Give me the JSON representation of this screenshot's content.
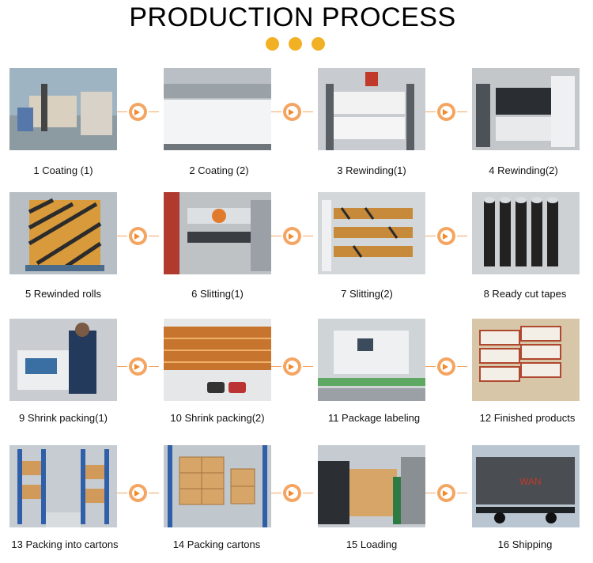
{
  "title": "PRODUCTION PROCESS",
  "steps": [
    {
      "label": "1 Coating (1)"
    },
    {
      "label": "2 Coating (2)"
    },
    {
      "label": "3 Rewinding(1)"
    },
    {
      "label": "4 Rewinding(2)"
    },
    {
      "label": "5 Rewinded rolls"
    },
    {
      "label": "6 Slitting(1)"
    },
    {
      "label": "7 Slitting(2)"
    },
    {
      "label": "8 Ready cut tapes"
    },
    {
      "label": "9 Shrink packing(1)"
    },
    {
      "label": "10 Shrink packing(2)"
    },
    {
      "label": "11 Package labeling"
    },
    {
      "label": "12 Finished products"
    },
    {
      "label": "13 Packing into cartons"
    },
    {
      "label": "14 Packing cartons"
    },
    {
      "label": "15 Loading"
    },
    {
      "label": "16 Shipping"
    }
  ],
  "colors": {
    "accent": "#f2b124",
    "arrow": "#f4a561"
  }
}
